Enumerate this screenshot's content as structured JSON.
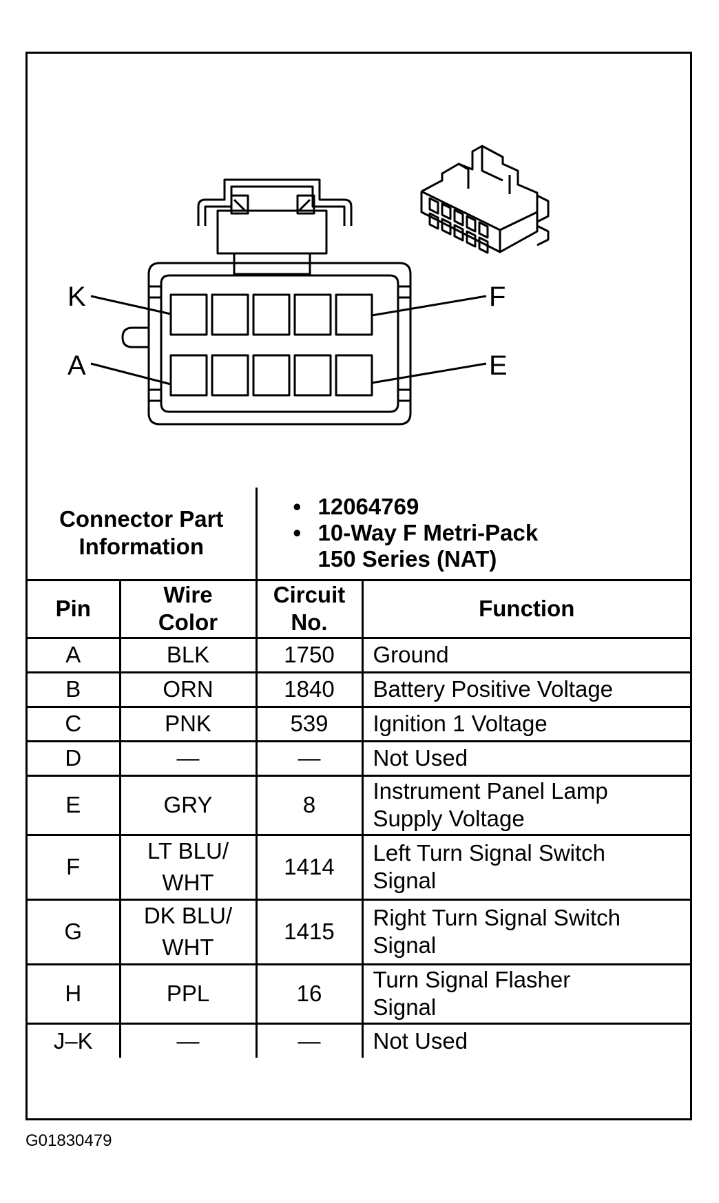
{
  "diagram": {
    "pin_labels": {
      "top_left": "K",
      "top_right": "F",
      "bottom_left": "A",
      "bottom_right": "E"
    }
  },
  "connector_info": {
    "label_line1": "Connector Part",
    "label_line2": "Information",
    "part_number": "12064769",
    "description_line1": "10-Way F Metri-Pack",
    "description_line2": "150 Series (NAT)"
  },
  "table": {
    "headers": {
      "pin": "Pin",
      "wire_color_line1": "Wire",
      "wire_color_line2": "Color",
      "circuit_line1": "Circuit",
      "circuit_line2": "No.",
      "function": "Function"
    },
    "rows": [
      {
        "pin": "A",
        "color1": "BLK",
        "color2": "",
        "circuit": "1750",
        "func1": "Ground",
        "func2": ""
      },
      {
        "pin": "B",
        "color1": "ORN",
        "color2": "",
        "circuit": "1840",
        "func1": "Battery Positive Voltage",
        "func2": ""
      },
      {
        "pin": "C",
        "color1": "PNK",
        "color2": "",
        "circuit": "539",
        "func1": "Ignition 1 Voltage",
        "func2": ""
      },
      {
        "pin": "D",
        "color1": "—",
        "color2": "",
        "circuit": "—",
        "func1": "Not Used",
        "func2": ""
      },
      {
        "pin": "E",
        "color1": "GRY",
        "color2": "",
        "circuit": "8",
        "func1": "Instrument Panel Lamp",
        "func2": "Supply Voltage"
      },
      {
        "pin": "F",
        "color1": "LT BLU/",
        "color2": "WHT",
        "circuit": "1414",
        "func1": "Left Turn Signal Switch",
        "func2": "Signal"
      },
      {
        "pin": "G",
        "color1": "DK BLU/",
        "color2": "WHT",
        "circuit": "1415",
        "func1": "Right Turn Signal Switch",
        "func2": "Signal"
      },
      {
        "pin": "H",
        "color1": "PPL",
        "color2": "",
        "circuit": "16",
        "func1": "Turn Signal Flasher",
        "func2": "Signal"
      },
      {
        "pin": "J–K",
        "color1": "—",
        "color2": "",
        "circuit": "—",
        "func1": "Not Used",
        "func2": ""
      }
    ]
  },
  "figure_id": "G01830479"
}
